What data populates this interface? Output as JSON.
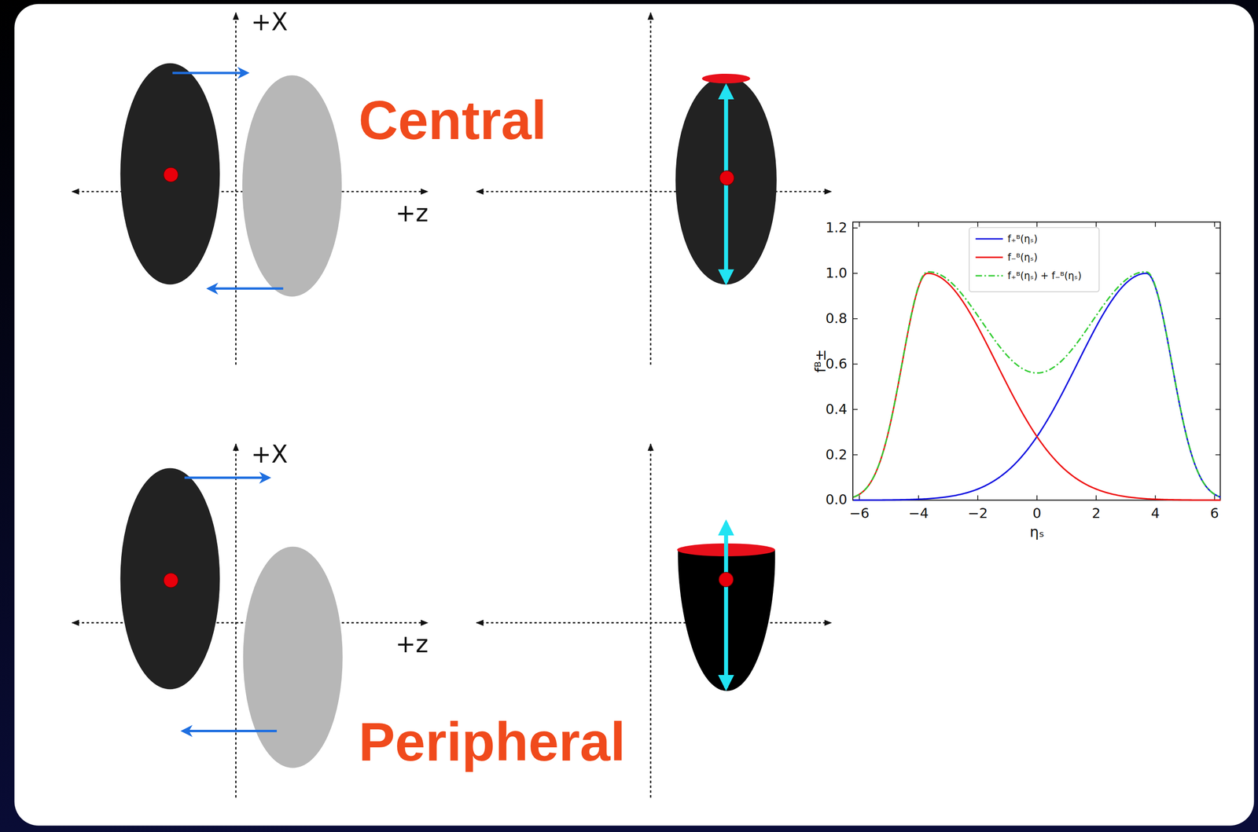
{
  "diagram": {
    "labels": [
      "+X",
      "+z",
      "Central",
      "+X",
      "+z",
      "Peripheral",
      "1.2",
      "1.0",
      "0.8",
      "0.6",
      "0.4",
      "0.2",
      "0.0",
      "−6",
      "−4",
      "−2",
      "0",
      "2",
      "4",
      "6",
      "ηₛ",
      "fᴮ±"
    ],
    "legend": [
      {
        "text": "f₊ᴮ(ηₛ)"
      },
      {
        "text": "f₋ᴮ(ηₛ)"
      },
      {
        "text": "f₊ᴮ(ηₛ) + f₋ᴮ(ηₛ)"
      }
    ]
  }
}
